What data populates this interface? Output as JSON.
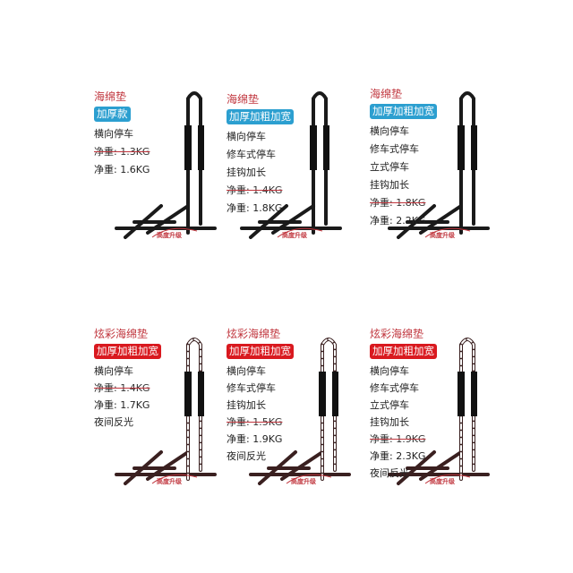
{
  "panels": [
    {
      "title": "海绵垫",
      "badge": "加厚款",
      "lines": [
        "横向停车"
      ],
      "old_weight": "净重: 1.3KG",
      "new_weight": "净重: 1.6KG",
      "extra": [],
      "upgrade": "高度升级"
    },
    {
      "title": "海绵垫",
      "badge": "加厚加粗加宽",
      "lines": [
        "横向停车",
        "修车式停车",
        "挂钩加长"
      ],
      "old_weight": "净重: 1.4KG",
      "new_weight": "净重: 1.8KG",
      "extra": [],
      "upgrade": "高度升级"
    },
    {
      "title": "海绵垫",
      "badge": "加厚加粗加宽",
      "lines": [
        "横向停车",
        "修车式停车",
        "立式停车",
        "挂钩加长"
      ],
      "old_weight": "净重: 1.8KG",
      "new_weight": "净重: 2.2KG",
      "extra": [],
      "upgrade": "高度升级"
    },
    {
      "title": "炫彩海绵垫",
      "badge": "加厚加粗加宽",
      "lines": [
        "横向停车"
      ],
      "old_weight": "净重: 1.4KG",
      "new_weight": "净重: 1.7KG",
      "extra": [
        "夜间反光"
      ],
      "upgrade": "高度升级"
    },
    {
      "title": "炫彩海绵垫",
      "badge": "加厚加粗加宽",
      "lines": [
        "横向停车",
        "修车式停车",
        "挂钩加长"
      ],
      "old_weight": "净重: 1.5KG",
      "new_weight": "净重: 1.9KG",
      "extra": [
        "夜间反光"
      ],
      "upgrade": "高度升级"
    },
    {
      "title": "炫彩海绵垫",
      "badge": "加厚加粗加宽",
      "lines": [
        "横向停车",
        "修车式停车",
        "立式停车",
        "挂钩加长"
      ],
      "old_weight": "净重: 1.9KG",
      "new_weight": "净重: 2.3KG",
      "extra": [
        "夜间反光"
      ],
      "upgrade": "高度升级"
    }
  ],
  "colors": {
    "title": "#c0353d",
    "badge_blue": "#2c9fd0",
    "badge_red": "#d9191f"
  }
}
